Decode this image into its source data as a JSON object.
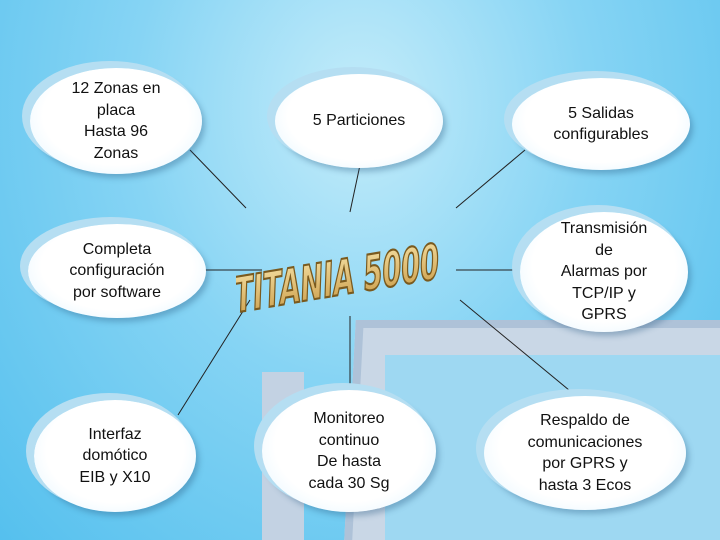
{
  "title": "TITANIA 5000",
  "nodes": {
    "zonas": "12 Zonas en\nplaca\nHasta 96\nZonas",
    "particiones": "5 Particiones",
    "salidas": "5 Salidas\nconfigurables",
    "configuracion": "Completa\nconfiguración\npor software",
    "transmision": "Transmisión\nde\nAlarmas por\nTCP/IP y\nGPRS",
    "interfaz": "Interfaz\ndomótico\nEIB y X10",
    "monitoreo": "Monitoreo\ncontinuo\nDe  hasta\ncada 30 Sg",
    "respaldo": "Respaldo de\ncomunicaciones\npor GPRS y\nhasta 3 Ecos"
  },
  "colors": {
    "background": "#86d4f4",
    "deco": "#c9d7e6",
    "logo_fill": "#e8c878",
    "logo_stroke": "#7a5a1e"
  }
}
